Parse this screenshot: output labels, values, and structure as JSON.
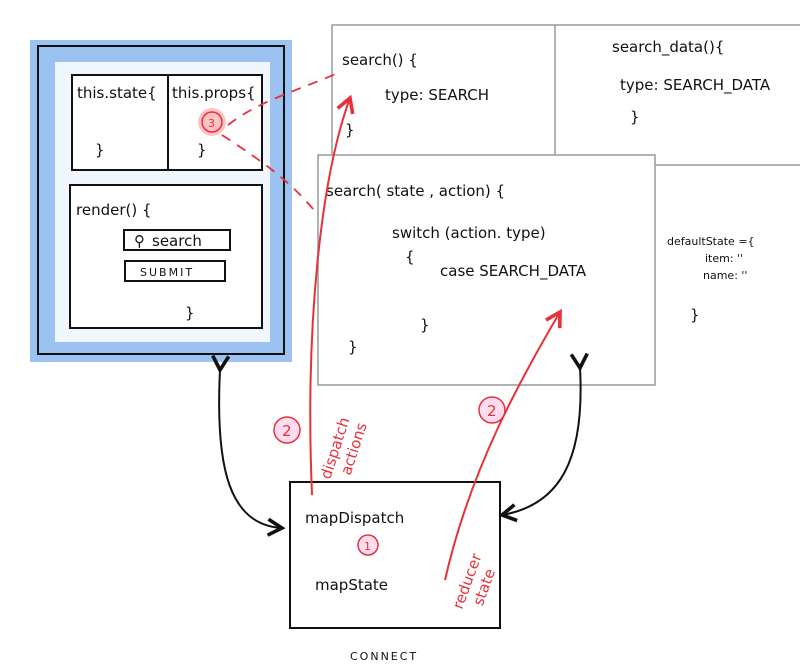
{
  "component": {
    "state_label": "this.state{",
    "props_label": "this.props{",
    "render_label": "render() {",
    "search_button": "search",
    "submit_button": "SUBMIT",
    "close_brace": "}"
  },
  "actions": {
    "search_fn": "search()  {",
    "search_type": "type: SEARCH",
    "search_data_fn": "search_data(){",
    "search_data_type": "type: SEARCH_DATA",
    "close_brace": "}"
  },
  "reducer": {
    "signature": "search( state ,  action) {",
    "switch": "switch (action. type)",
    "open_brace": "{",
    "case": "case SEARCH_DATA",
    "close_brace": "}"
  },
  "default_state": {
    "title": "defaultState ={",
    "item": "item: ''",
    "name": "name: ''",
    "close_brace": "}"
  },
  "connect": {
    "map_dispatch": "mapDispatch",
    "map_state": "mapState",
    "label": "CONNECT"
  },
  "annotations": {
    "dispatch_actions_1": "dispatch",
    "dispatch_actions_2": "actions",
    "reducer_state_1": "reducer",
    "reducer_state_2": "state",
    "step_1": "1",
    "step_2a": "2",
    "step_2b": "2",
    "step_3": "3"
  },
  "colors": {
    "highlight": "#4a8fe8",
    "annotation": "#e8303a"
  }
}
